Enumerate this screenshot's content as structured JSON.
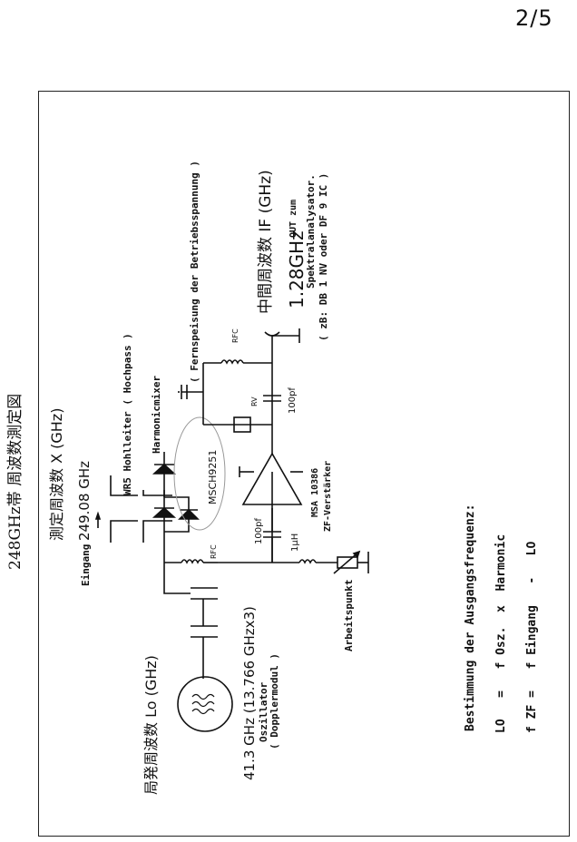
{
  "page_number": "2/5",
  "title": "248GHz帯 周波数測定図",
  "input": {
    "label": "Eingang"
  },
  "waveguide": {
    "label": "WR5 Hohlleiter ( Hochpass )"
  },
  "measured_frequency": {
    "label": "測定周波数 X (GHz)",
    "value": "249.08 GHz"
  },
  "mixer": {
    "label": "Harmonicmixer",
    "diode_label": "MSCH9251",
    "rfc_label": "RFC"
  },
  "local_oscillator": {
    "label": "局発周波数 Lo (GHz)",
    "frequency": "41.3 GHz (13.766 GHzx3)",
    "name": "Oszillator",
    "module": "( Dopplermodul )"
  },
  "bias": {
    "inductor": "1μH",
    "label": "Arbeitspunkt"
  },
  "amplifier": {
    "input_cap": "100pf",
    "label": "MSA 10386",
    "sublabel": "ZF-Verstärker"
  },
  "feedback": {
    "rv_label": "RV",
    "rfc_label": "RFC",
    "output_cap": "100pf",
    "remote_supply": "( Fernspeisung der Betriebsspannung )"
  },
  "intermediate_frequency": {
    "label": "中間周波数 IF (GHz)",
    "value": "1.28GHz",
    "out_text": "OUT zum",
    "line2": "Spektralanalysator.",
    "line3": "( zB: DB 1 NV oder DF 9 IC )"
  },
  "formulas": {
    "heading": "Bestimmung der Ausgangsfrequenz:",
    "lo": "LO   =   f Osz.  x  Harmonic",
    "zf": "f ZF =   f Eingang   -   LO"
  }
}
